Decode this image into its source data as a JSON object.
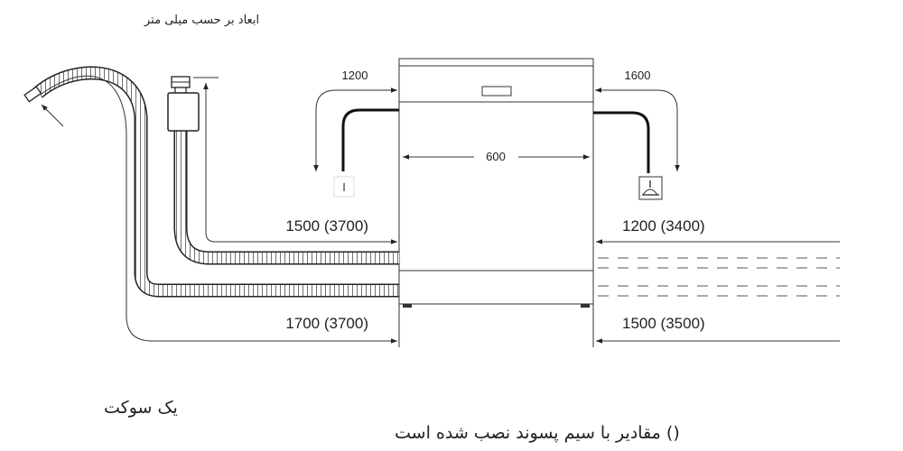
{
  "title": "ابعاد بر حسب میلی متر",
  "dimensions": {
    "width": "600",
    "left_cable": "1200",
    "right_cable": "1600",
    "left_upper": "1500 (3700)",
    "left_lower": "1700 (3700)",
    "right_upper": "1200 (3400)",
    "right_lower": "1500 (3500)"
  },
  "symbols": {
    "left_socket": "ا",
    "right_socket": "socket-icon"
  },
  "notes": {
    "socket": "یک سوکت",
    "parentheses": "() مقادیر با سیم پسوند نصب شده است"
  }
}
